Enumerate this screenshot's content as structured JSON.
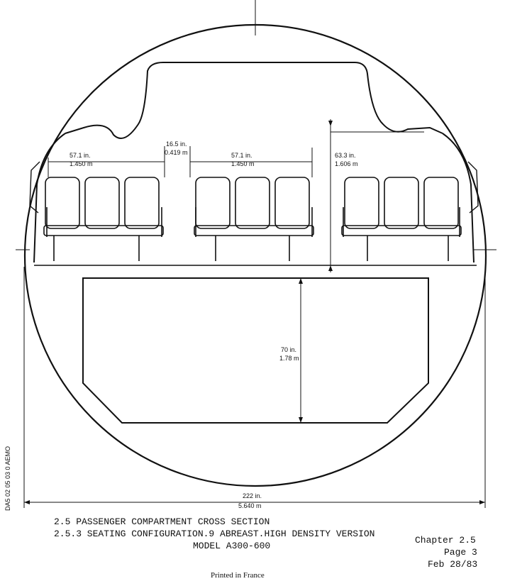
{
  "dimensions": {
    "seat_block_width_in": "57.1 in.",
    "seat_block_width_m": "1.450 m",
    "aisle_width_in": "16.5 in.",
    "aisle_width_m": "0.419 m",
    "center_block_width_in": "57.1 in.",
    "center_block_width_m": "1.450 m",
    "ceiling_height_in": "63.3 in.",
    "ceiling_height_m": "1.606 m",
    "cargo_height_in": "70 in.",
    "cargo_height_m": "1.78 m",
    "fuselage_width_in": "222 in.",
    "fuselage_width_m": "5.640 m"
  },
  "side_code": "DA5 02 05 03 0 AEMO",
  "caption": {
    "line1": "2.5 PASSENGER COMPARTMENT CROSS SECTION",
    "line2": "2.5.3 SEATING CONFIGURATION.9 ABREAST.HIGH DENSITY VERSION",
    "line3": "MODEL A300-600"
  },
  "page_ref": {
    "chapter": "Chapter 2.5",
    "page": "Page 3",
    "date": "Feb 28/83"
  },
  "footer": "Printed in France"
}
